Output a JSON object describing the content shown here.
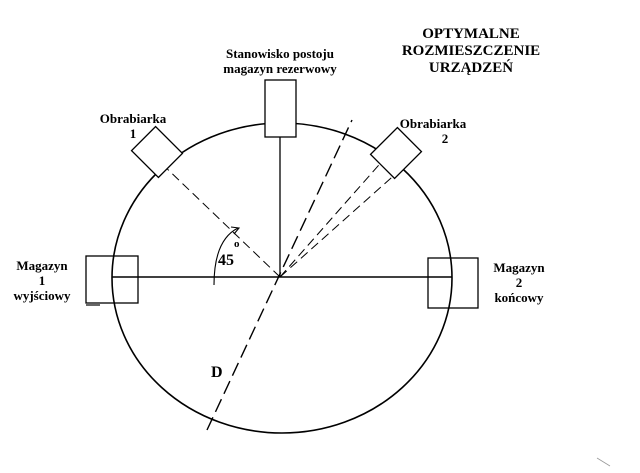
{
  "title": {
    "line1": "OPTYMALNE",
    "line2": "ROZMIESZCZENIE",
    "line3": "URZĄDZEŃ"
  },
  "labels": {
    "station": {
      "line1": "Stanowisko postoju",
      "line2": "magazyn rezerwowy"
    },
    "machine1": {
      "line1": "Obrabiarka",
      "line2": "1"
    },
    "machine2": {
      "line1": "Obrabiarka",
      "line2": "2"
    },
    "store1": {
      "line1": "Magazyn",
      "line2": "1",
      "line3": "wyjściowy"
    },
    "store2": {
      "line1": "Magazyn",
      "line2": "2",
      "line3": "końcowy"
    },
    "angle": "45",
    "angle_unit": "o",
    "diameter": "D"
  },
  "colors": {
    "stroke": "#000000",
    "background": "#ffffff"
  }
}
